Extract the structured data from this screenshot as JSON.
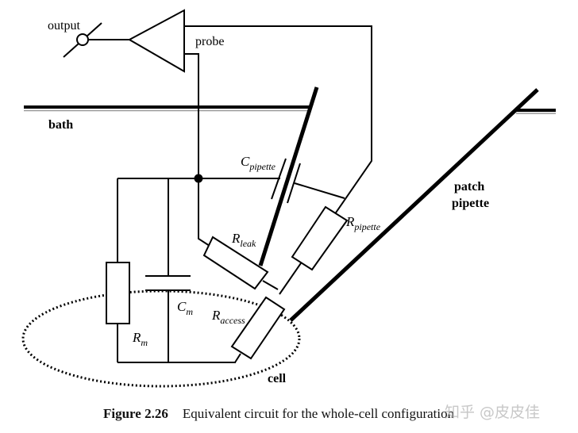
{
  "figure": {
    "number": "Figure 2.26",
    "caption": "Equivalent circuit for the whole-cell configuration"
  },
  "labels": {
    "output": "output",
    "probe": "probe",
    "bath": "bath",
    "patch_pipette_line1": "patch",
    "patch_pipette_line2": "pipette",
    "cell": "cell",
    "c_pipette": {
      "main": "C",
      "sub": "pipette"
    },
    "r_pipette": {
      "main": "R",
      "sub": "pipette"
    },
    "r_leak": {
      "main": "R",
      "sub": "leak"
    },
    "r_access": {
      "main": "R",
      "sub": "access"
    },
    "c_m": {
      "main": "C",
      "sub": "m"
    },
    "r_m": {
      "main": "R",
      "sub": "m"
    }
  },
  "watermark": "知乎 @皮皮佳"
}
